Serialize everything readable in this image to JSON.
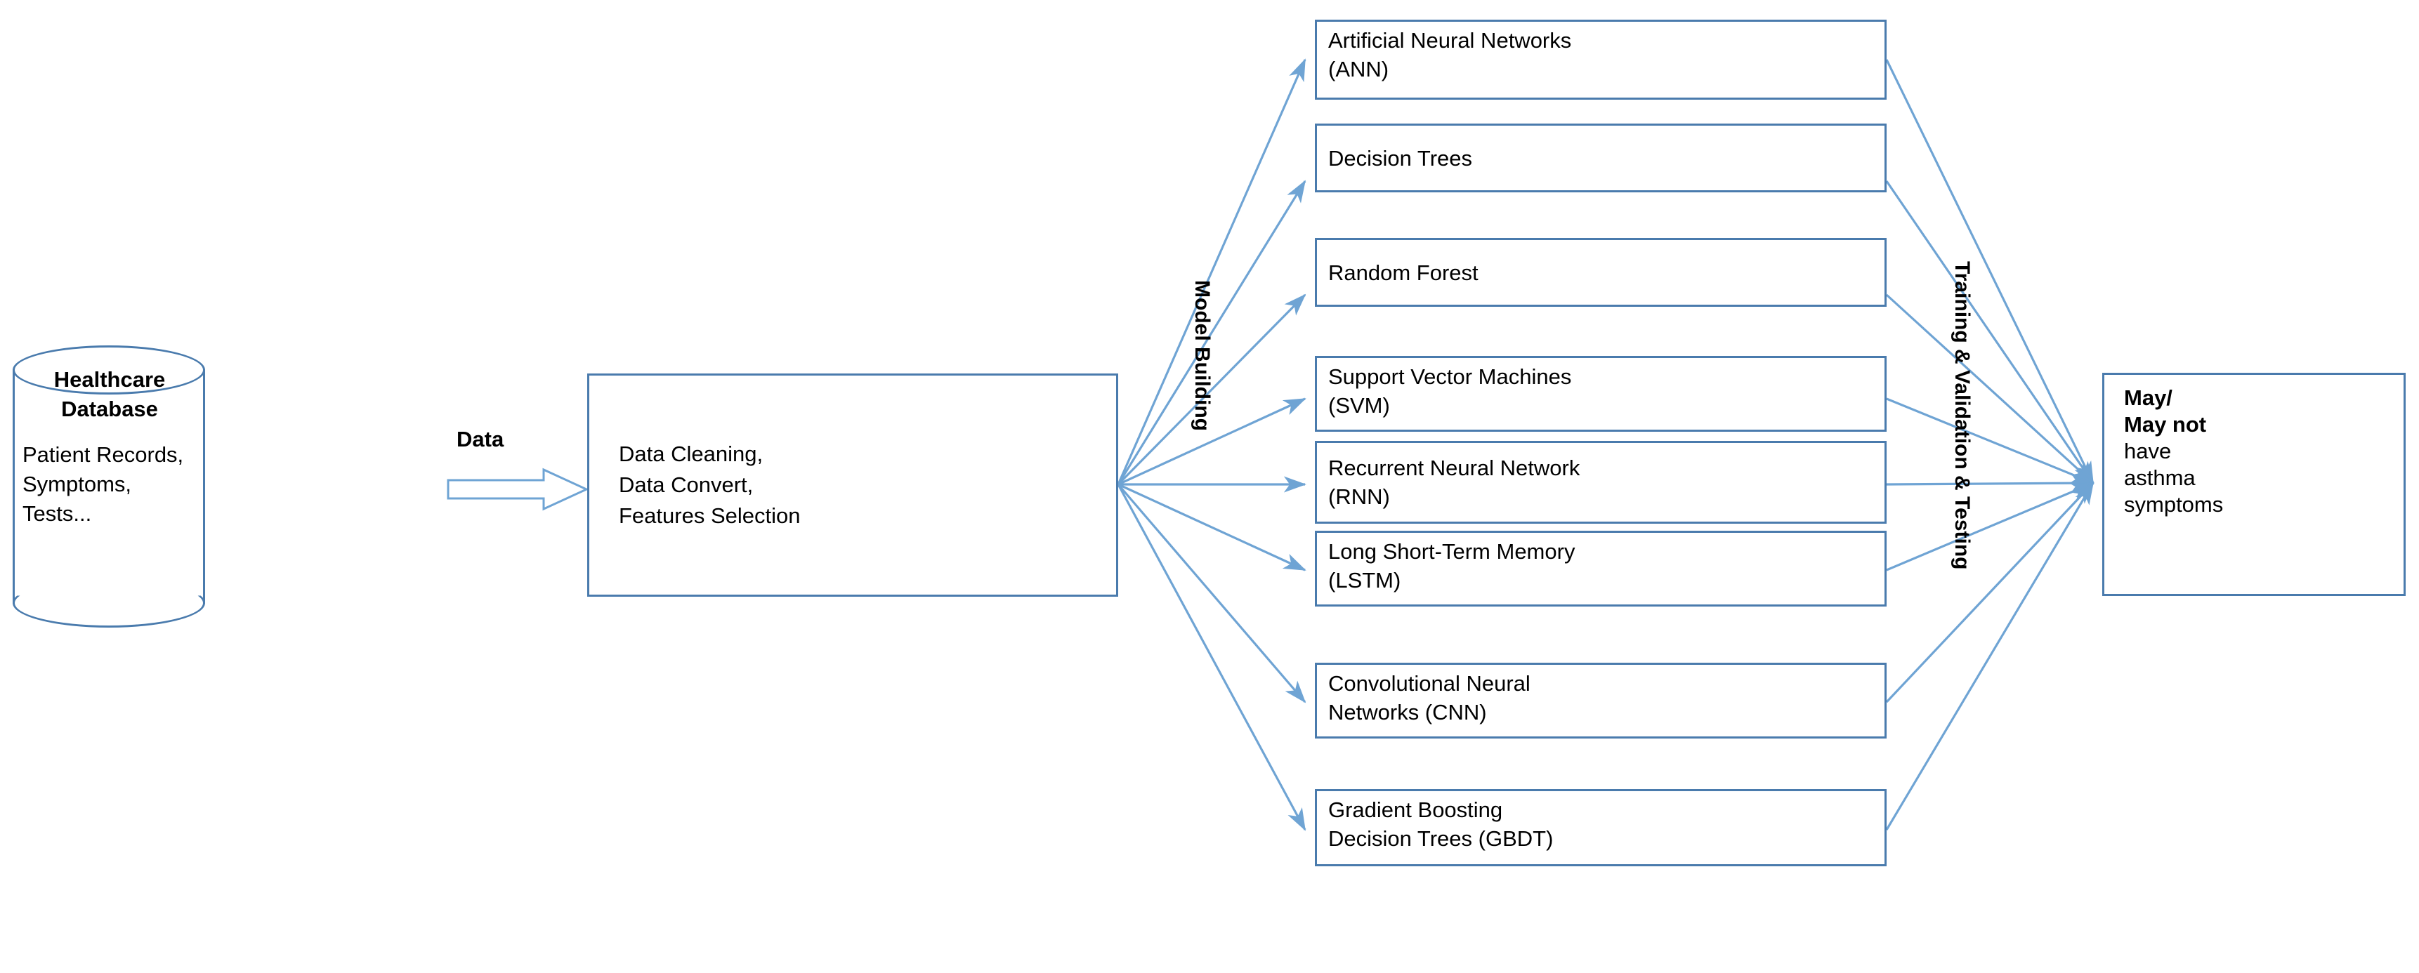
{
  "diagram": {
    "title": "Asthma prediction machine learning pipeline",
    "colors": {
      "shape_border": "#4A7BAD",
      "edge_line": "#6FA4D4",
      "text": "#000000",
      "background": "#FFFFFF"
    },
    "database": {
      "title": "Healthcare\nDatabase",
      "title_lines": [
        "Healthcare",
        "Database"
      ],
      "body_lines": [
        "Patient Records,",
        "Symptoms,",
        "Tests..."
      ]
    },
    "data_flow": {
      "label": "Data",
      "arrow_icon": "block-arrow-right"
    },
    "preprocessing": {
      "lines": [
        "Data Cleaning,",
        "Data Convert,",
        "Features Selection"
      ]
    },
    "stage_labels": {
      "model_building": "Model Building",
      "training_validation_testing": "Training & Validation & Testing"
    },
    "models": [
      {
        "lines": [
          "Artificial Neural Networks",
          "(ANN)"
        ],
        "name": "artificial-neural-networks"
      },
      {
        "lines": [
          "Decision Trees"
        ],
        "name": "decision-trees"
      },
      {
        "lines": [
          "Random Forest"
        ],
        "name": "random-forest"
      },
      {
        "lines": [
          "Support Vector Machines",
          "(SVM)"
        ],
        "name": "support-vector-machines"
      },
      {
        "lines": [
          "Recurrent Neural Network",
          "(RNN)"
        ],
        "name": "recurrent-neural-network"
      },
      {
        "lines": [
          "Long Short-Term Memory",
          "(LSTM)"
        ],
        "name": "long-short-term-memory"
      },
      {
        "lines": [
          "Convolutional Neural",
          "Networks (CNN)"
        ],
        "name": "convolutional-neural-networks"
      },
      {
        "lines": [
          "Gradient Boosting",
          "Decision Trees (GBDT)"
        ],
        "name": "gradient-boosting-decision-trees"
      }
    ],
    "outcome": {
      "bold_lines": [
        "May/",
        "May not"
      ],
      "plain_lines": [
        "have",
        "asthma",
        "symptoms"
      ]
    }
  }
}
